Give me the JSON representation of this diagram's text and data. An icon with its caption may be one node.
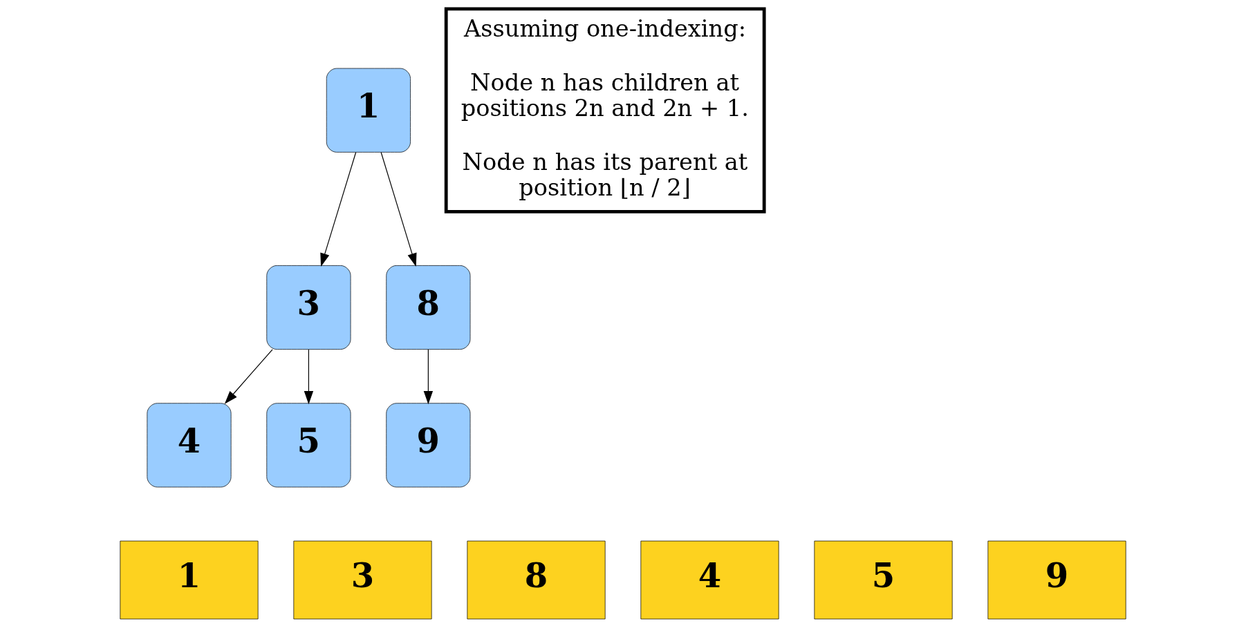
{
  "diagram": {
    "nodes": [
      {
        "text": [
          "1"
        ]
      },
      {
        "text": [
          "3"
        ]
      },
      {
        "text": [
          "8"
        ]
      },
      {
        "text": [
          "4"
        ]
      },
      {
        "text": [
          "5"
        ]
      },
      {
        "text": [
          "9"
        ]
      },
      {
        "text": [
          "Assuming one-indexing:",
          "Node n has children at positions 2n and 2n + 1.",
          "Node n has its parent at position ⌊n / 2⌋"
        ]
      },
      {
        "text": [
          "1"
        ]
      },
      {
        "text": [
          "3"
        ]
      },
      {
        "text": [
          "8"
        ]
      },
      {
        "text": [
          "4"
        ]
      },
      {
        "text": [
          "5"
        ]
      },
      {
        "text": [
          "9"
        ]
      }
    ],
    "edges": [
      {
        "from": 0,
        "to": 1,
        "arrow": "to"
      },
      {
        "from": 0,
        "to": 2,
        "arrow": "to"
      },
      {
        "from": 1,
        "to": 3,
        "arrow": "to"
      },
      {
        "from": 1,
        "to": 4,
        "arrow": "to"
      },
      {
        "from": 2,
        "to": 5,
        "arrow": "to"
      }
    ]
  }
}
